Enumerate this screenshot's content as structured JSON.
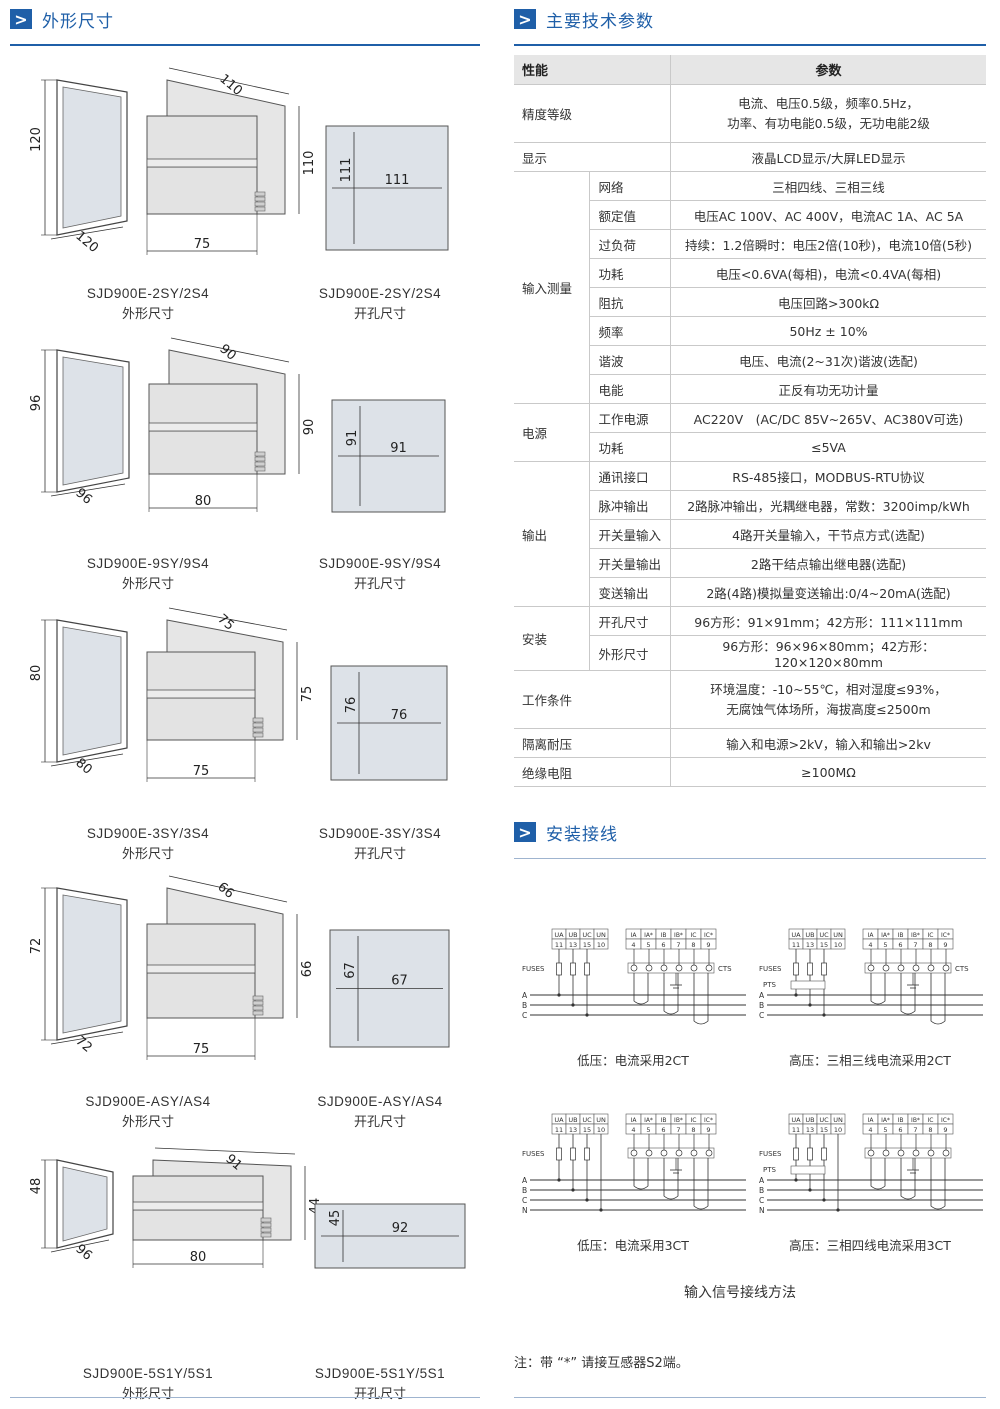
{
  "left_section": {
    "title": "外形尺寸"
  },
  "right_section": {
    "title": "主要技术参数"
  },
  "wiring_section": {
    "title": "安装接线"
  },
  "dimensions": [
    {
      "model": "SJD900E-2SY/2S4",
      "outline_caption": "外形尺寸",
      "cutout_caption": "开孔尺寸",
      "front_h": "120",
      "front_w": "120",
      "depth": "75",
      "body_w": "110",
      "body_h": "110",
      "cut_h": "111",
      "cut_w": "111"
    },
    {
      "model": "SJD900E-9SY/9S4",
      "outline_caption": "外形尺寸",
      "cutout_caption": "开孔尺寸",
      "front_h": "96",
      "front_w": "96",
      "depth": "80",
      "body_w": "90",
      "body_h": "90",
      "cut_h": "91",
      "cut_w": "91"
    },
    {
      "model": "SJD900E-3SY/3S4",
      "outline_caption": "外形尺寸",
      "cutout_caption": "开孔尺寸",
      "front_h": "80",
      "front_w": "80",
      "depth": "75",
      "body_w": "75",
      "body_h": "75",
      "cut_h": "76",
      "cut_w": "76"
    },
    {
      "model": "SJD900E-ASY/AS4",
      "outline_caption": "外形尺寸",
      "cutout_caption": "开孔尺寸",
      "front_h": "72",
      "front_w": "72",
      "depth": "75",
      "body_w": "66",
      "body_h": "66",
      "cut_h": "67",
      "cut_w": "67"
    },
    {
      "model": "SJD900E-5S1Y/5S1",
      "outline_caption": "外形尺寸",
      "cutout_caption": "开孔尺寸",
      "front_h": "48",
      "front_w": "96",
      "depth": "80",
      "body_w": "91",
      "body_h": "44",
      "cut_h": "45",
      "cut_w": "92"
    }
  ],
  "spec_table": {
    "header": {
      "col1": "性能",
      "col2": "参数"
    },
    "rows": {
      "accuracy": {
        "label": "精度等级",
        "value_l1": "电流、电压0.5级，频率0.5Hz，",
        "value_l2": "功率、有功电能0.5级，无功电能2级"
      },
      "display": {
        "label": "显示",
        "value": "液晶LCD显示/大屏LED显示"
      },
      "input": {
        "label": "输入测量",
        "items": [
          {
            "name": "网络",
            "value": "三相四线、三相三线"
          },
          {
            "name": "额定值",
            "value": "电压AC 100V、AC 400V，电流AC 1A、AC 5A"
          },
          {
            "name": "过负荷",
            "value": "持续：1.2倍瞬时：电压2倍(10秒)，电流10倍(5秒)"
          },
          {
            "name": "功耗",
            "value": "电压<0.6VA(每相)，电流<0.4VA(每相)"
          },
          {
            "name": "阻抗",
            "value": "电压回路>300kΩ"
          },
          {
            "name": "频率",
            "value": "50Hz ± 10%"
          },
          {
            "name": "谐波",
            "value": "电压、电流(2~31次)谐波(选配)"
          },
          {
            "name": "电能",
            "value": "正反有功无功计量"
          }
        ]
      },
      "power": {
        "label": "电源",
        "items": [
          {
            "name": "工作电源",
            "value": "AC220V　(AC/DC 85V~265V、AC380V可选)"
          },
          {
            "name": "功耗",
            "value": "≤5VA"
          }
        ]
      },
      "output": {
        "label": "输出",
        "items": [
          {
            "name": "通讯接口",
            "value": "RS-485接口，MODBUS-RTU协议"
          },
          {
            "name": "脉冲输出",
            "value": "2路脉冲输出，光耦继电器，常数：3200imp/kWh"
          },
          {
            "name": "开关量输入",
            "value": "4路开关量输入，干节点方式(选配)"
          },
          {
            "name": "开关量输出",
            "value": "2路干结点输出继电器(选配)"
          },
          {
            "name": "变送输出",
            "value": "2路(4路)模拟量变送输出:0/4~20mA(选配)"
          }
        ]
      },
      "install": {
        "label": "安装",
        "items": [
          {
            "name": "开孔尺寸",
            "value": "96方形：91×91mm；42方形：111×111mm"
          },
          {
            "name": "外形尺寸",
            "value": "96方形：96×96×80mm；42方形：120×120×80mm"
          }
        ]
      },
      "env": {
        "label": "工作条件",
        "value_l1": "环境温度：-10~55℃，相对湿度≤93%，",
        "value_l2": "无腐蚀气体场所，海拔高度≤2500m"
      },
      "isolation": {
        "label": "隔离耐压",
        "value": "输入和电源>2kV，输入和输出>2kv"
      },
      "insulation": {
        "label": "绝缘电阻",
        "value": "≥100MΩ"
      }
    }
  },
  "wiring": {
    "diagrams": [
      {
        "caption": "低压：电流采用2CT",
        "fuses": "FUSES",
        "cts": "CTS",
        "lines": [
          "A",
          "B",
          "C"
        ]
      },
      {
        "caption": "高压：三相三线电流采用2CT",
        "fuses": "FUSES",
        "pts": "PTS",
        "cts": "CTS",
        "lines": [
          "A",
          "B",
          "C"
        ]
      },
      {
        "caption": "低压：电流采用3CT",
        "fuses": "FUSES",
        "lines": [
          "A",
          "B",
          "C",
          "N"
        ]
      },
      {
        "caption": "高压：三相四线电流采用3CT",
        "fuses": "FUSES",
        "pts": "PTS",
        "lines": [
          "A",
          "B",
          "C",
          "N"
        ]
      }
    ],
    "voltage_terms": [
      "UA",
      "UB",
      "UC",
      "UN"
    ],
    "voltage_nums": [
      "11",
      "13",
      "15",
      "10"
    ],
    "current_terms": [
      "IA",
      "IA*",
      "IB",
      "IB*",
      "IC",
      "IC*"
    ],
    "current_nums": [
      "4",
      "5",
      "6",
      "7",
      "8",
      "9"
    ],
    "footer": "输入信号接线方法"
  },
  "note": "注：带 “*” 请接互感器S2端。",
  "colors": {
    "accent": "#1f5fa8",
    "panel": "#dde2e8",
    "body": "#e6e6e6"
  }
}
